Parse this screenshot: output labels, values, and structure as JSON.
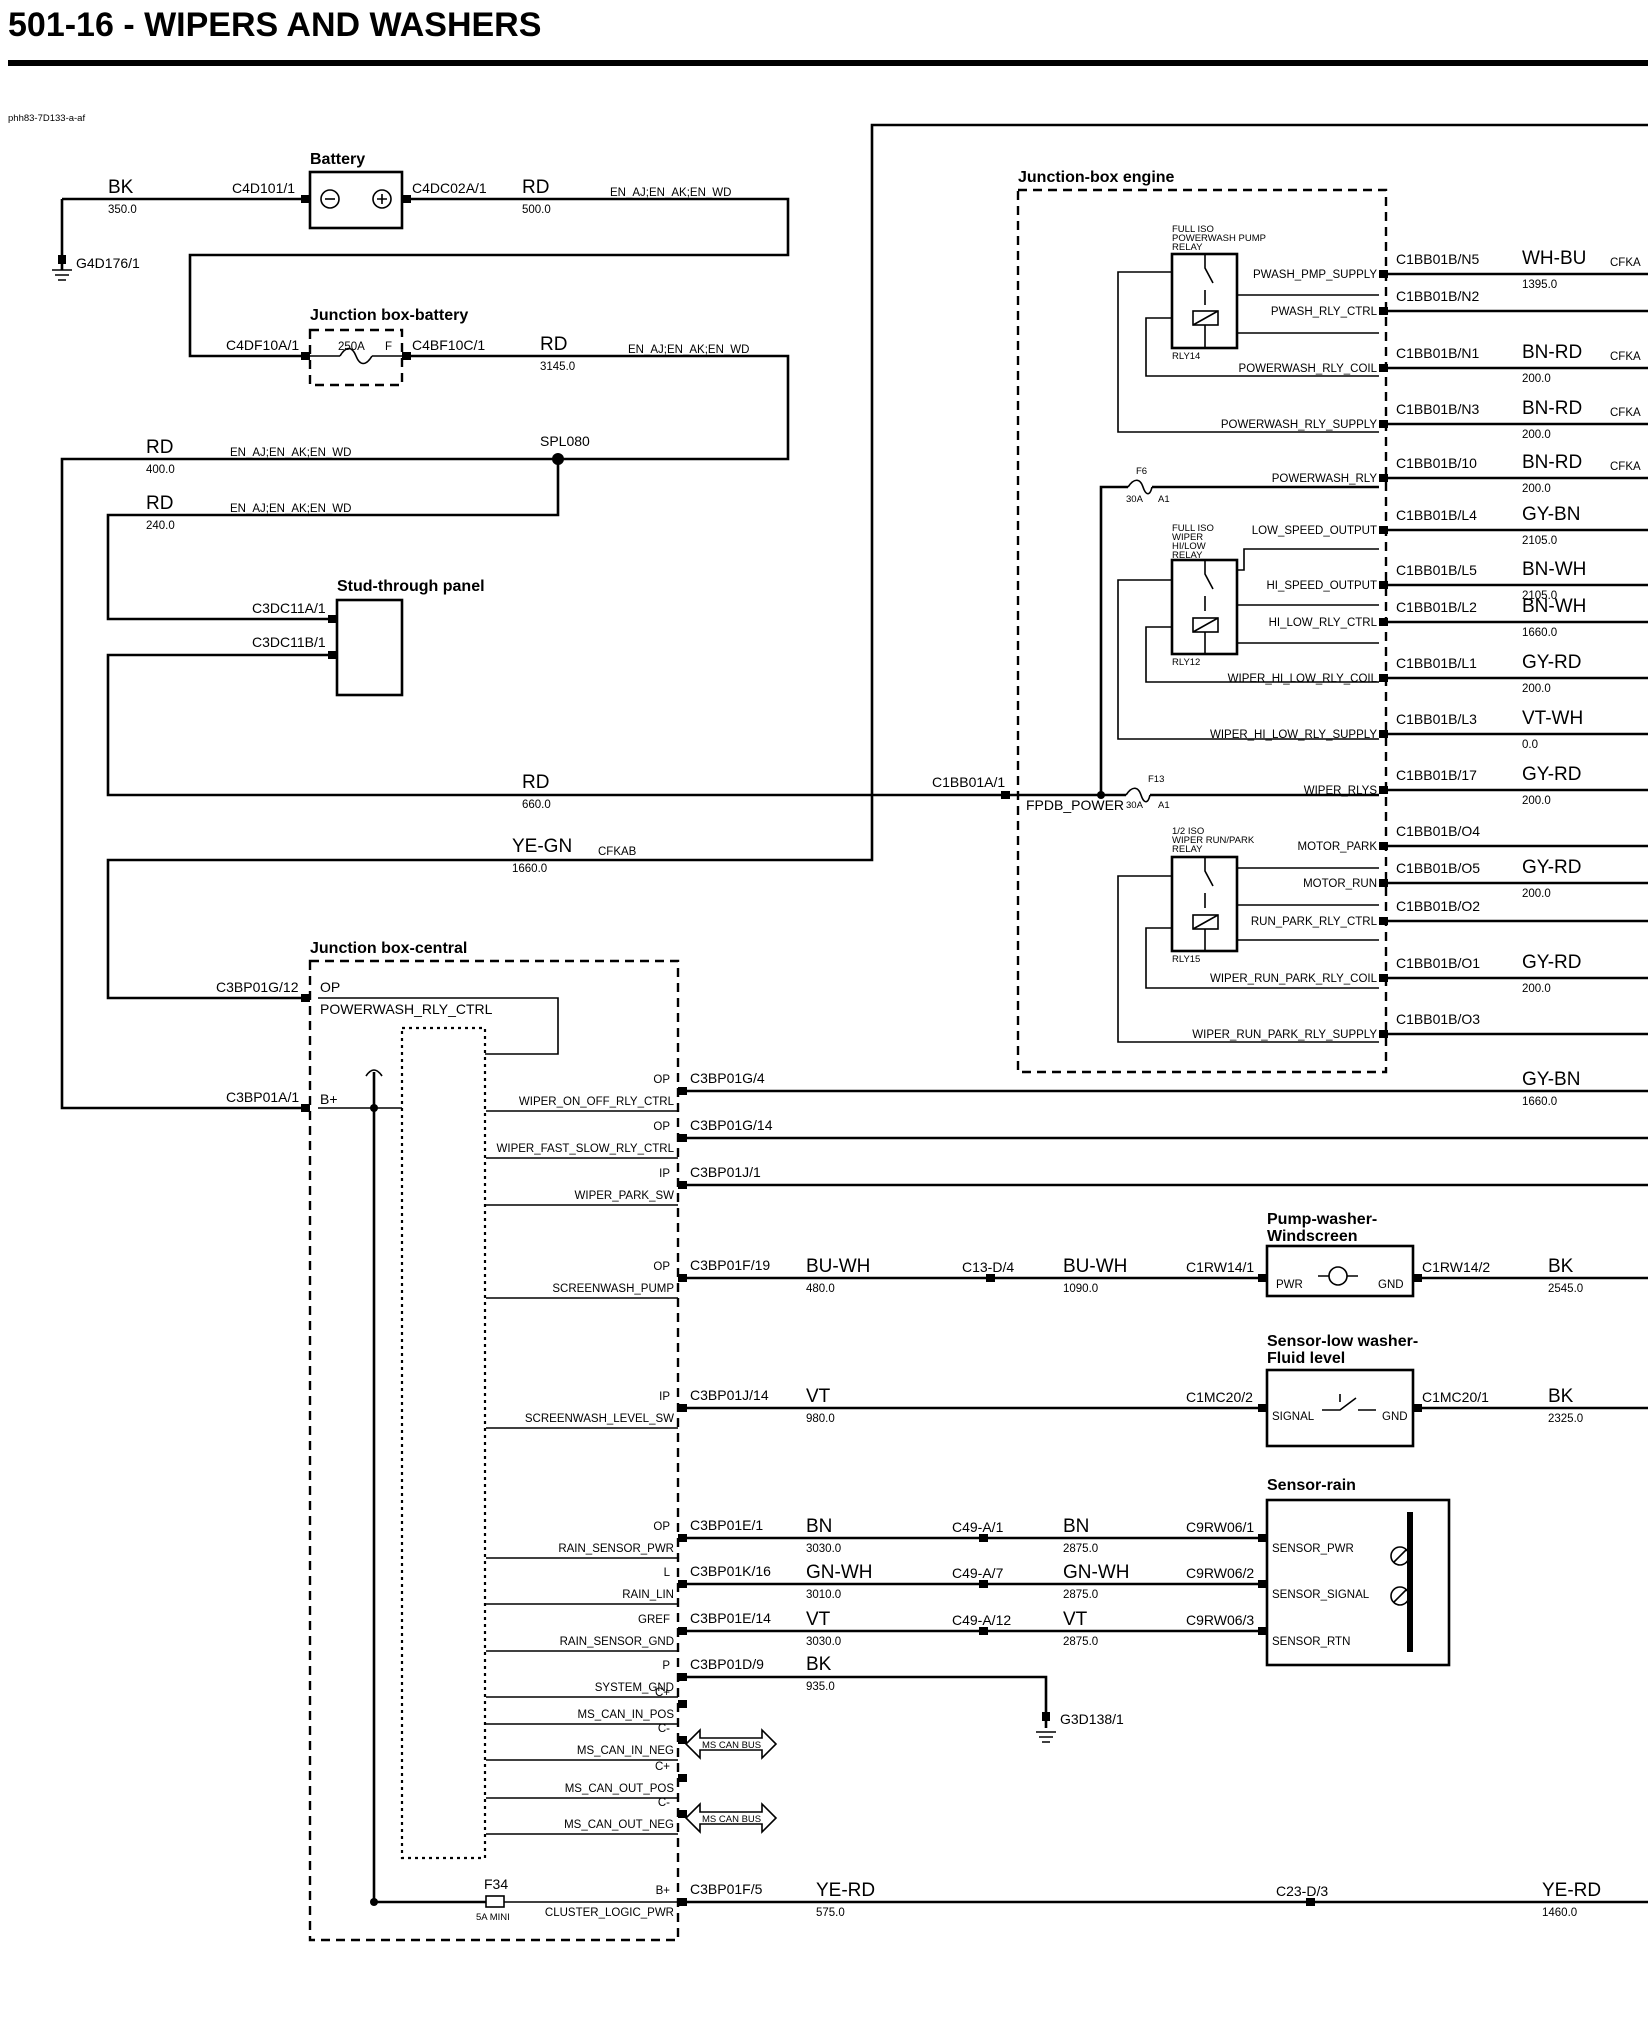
{
  "title": "501-16 - WIPERS AND WASHERS",
  "figure_id": "phh83-7D133-a-af",
  "components": {
    "battery": "Battery",
    "jbb": "Junction box-battery",
    "stud": "Stud-through panel",
    "jbe": "Junction-box engine",
    "jbc": "Junction box-central",
    "pump": [
      "Pump-washer-",
      "Windscreen"
    ],
    "lowfluid": [
      "Sensor-low washer-",
      "Fluid level"
    ],
    "rain": "Sensor-rain",
    "can_bus": "MS CAN BUS"
  },
  "relays": {
    "r14_name": [
      "FULL ISO",
      "POWERWASH PUMP",
      "RELAY"
    ],
    "r14_id": "RLY14",
    "r12_name": [
      "FULL ISO",
      "WIPER",
      "HI/LOW",
      "RELAY"
    ],
    "r12_id": "RLY12",
    "r15_name": [
      "1/2 ISO",
      "WIPER RUN/PARK",
      "RELAY"
    ],
    "r15_id": "RLY15"
  },
  "top_wiring": {
    "ground1": "G4D176/1",
    "bk": "BK",
    "bk_v": "350.0",
    "c4d101": "C4D101/1",
    "c4dc02": "C4DC02A/1",
    "rd1": "RD",
    "rd1_v": "500.0",
    "en1": "EN_AJ;EN_AK;EN_WD",
    "c4df10": "C4DF10A/1",
    "fuse250": "250A",
    "f": "F",
    "c4bf10": "C4BF10C/1",
    "rd2": "RD",
    "rd2_v": "3145.0",
    "en2": "EN_AJ;EN_AK;EN_WD",
    "spl": "SPL080",
    "rd3": "RD",
    "rd3_v": "400.0",
    "en3": "EN_AJ;EN_AK;EN_WD",
    "rd4": "RD",
    "rd4_v": "240.0",
    "en4": "EN_AJ;EN_AK;EN_WD",
    "c3dc11a": "C3DC11A/1",
    "c3dc11b": "C3DC11B/1",
    "rd5": "RD",
    "rd5_v": "660.0",
    "c1bb01a": "C1BB01A/1",
    "fpdb": "FPDB_POWER",
    "yegn": "YE-GN",
    "yegn_v": "1660.0",
    "cfkab": "CFKAB"
  },
  "jbe_fuses": {
    "f6": "F6",
    "f6_rating": "30A",
    "f6_pin": "A1",
    "f13": "F13",
    "f13_rating": "30A",
    "f13_pin": "A1"
  },
  "jbe_pins": [
    {
      "signal": "PWASH_PMP_SUPPLY",
      "conn": "C1BB01B/N5",
      "color": "WH-BU",
      "len": "1395.0",
      "dest": "CFKA"
    },
    {
      "signal": "PWASH_RLY_CTRL",
      "conn": "C1BB01B/N2",
      "color": "",
      "len": "",
      "dest": ""
    },
    {
      "signal": "POWERWASH_RLY_COIL",
      "conn": "C1BB01B/N1",
      "color": "BN-RD",
      "len": "200.0",
      "dest": "CFKA"
    },
    {
      "signal": "POWERWASH_RLY_SUPPLY",
      "conn": "C1BB01B/N3",
      "color": "BN-RD",
      "len": "200.0",
      "dest": "CFKA"
    },
    {
      "signal": "POWERWASH_RLY",
      "conn": "C1BB01B/10",
      "color": "BN-RD",
      "len": "200.0",
      "dest": "CFKA"
    },
    {
      "signal": "LOW_SPEED_OUTPUT",
      "conn": "C1BB01B/L4",
      "color": "GY-BN",
      "len": "2105.0",
      "dest": ""
    },
    {
      "signal": "HI_SPEED_OUTPUT",
      "conn": "C1BB01B/L5",
      "color": "BN-WH",
      "len": "2105.0",
      "dest": ""
    },
    {
      "signal": "HI_LOW_RLY_CTRL",
      "conn": "C1BB01B/L2",
      "color": "BN-WH",
      "len": "1660.0",
      "dest": ""
    },
    {
      "signal": "WIPER_HI_LOW_RLY_COIL",
      "conn": "C1BB01B/L1",
      "color": "GY-RD",
      "len": "200.0",
      "dest": ""
    },
    {
      "signal": "WIPER_HI_LOW_RLY_SUPPLY",
      "conn": "C1BB01B/L3",
      "color": "VT-WH",
      "len": "0.0",
      "dest": ""
    },
    {
      "signal": "WIPER_RLYS",
      "conn": "C1BB01B/17",
      "color": "GY-RD",
      "len": "200.0",
      "dest": ""
    },
    {
      "signal": "MOTOR_PARK",
      "conn": "C1BB01B/O4",
      "color": "",
      "len": "",
      "dest": ""
    },
    {
      "signal": "MOTOR_RUN",
      "conn": "C1BB01B/O5",
      "color": "GY-RD",
      "len": "200.0",
      "dest": ""
    },
    {
      "signal": "RUN_PARK_RLY_CTRL",
      "conn": "C1BB01B/O2",
      "color": "",
      "len": "",
      "dest": ""
    },
    {
      "signal": "WIPER_RUN_PARK_RLY_COIL",
      "conn": "C1BB01B/O1",
      "color": "GY-RD",
      "len": "200.0",
      "dest": ""
    },
    {
      "signal": "WIPER_RUN_PARK_RLY_SUPPLY",
      "conn": "C1BB01B/O3",
      "color": "",
      "len": "",
      "dest": ""
    }
  ],
  "jbc_top": {
    "conn1": "C3BP01G/12",
    "op": "OP",
    "sig1": "POWERWASH_RLY_CTRL",
    "conn2": "C3BP01A/1",
    "bplus": "B+"
  },
  "jbc_pins": [
    {
      "type": "OP",
      "conn": "C3BP01G/4",
      "signal": "WIPER_ON_OFF_RLY_CTRL"
    },
    {
      "type": "OP",
      "conn": "C3BP01G/14",
      "signal": "WIPER_FAST_SLOW_RLY_CTRL"
    },
    {
      "type": "IP",
      "conn": "C3BP01J/1",
      "signal": "WIPER_PARK_SW"
    },
    {
      "type": "OP",
      "conn": "C3BP01F/19",
      "signal": "SCREENWASH_PUMP"
    },
    {
      "type": "IP",
      "conn": "C3BP01J/14",
      "signal": "SCREENWASH_LEVEL_SW"
    },
    {
      "type": "OP",
      "conn": "C3BP01E/1",
      "signal": "RAIN_SENSOR_PWR"
    },
    {
      "type": "L",
      "conn": "C3BP01K/16",
      "signal": "RAIN_LIN"
    },
    {
      "type": "GREF",
      "conn": "C3BP01E/14",
      "signal": "RAIN_SENSOR_GND"
    },
    {
      "type": "P",
      "conn": "C3BP01D/9",
      "signal": "SYSTEM_GND"
    },
    {
      "type": "C+",
      "conn": "",
      "signal": "MS_CAN_IN_POS"
    },
    {
      "type": "C-",
      "conn": "",
      "signal": "MS_CAN_IN_NEG"
    },
    {
      "type": "C+",
      "conn": "",
      "signal": "MS_CAN_OUT_POS"
    },
    {
      "type": "C-",
      "conn": "",
      "signal": "MS_CAN_OUT_NEG"
    },
    {
      "type": "B+",
      "conn": "C3BP01F/5",
      "signal": "CLUSTER_LOGIC_PWR"
    }
  ],
  "jbc_fuse": {
    "name": "F34",
    "rating": "5A MINI"
  },
  "lines": {
    "gybn": "GY-BN",
    "gybn_v": "1660.0",
    "p_c1": "BU-WH",
    "p_c1v": "480.0",
    "p_inline": "C13-D/4",
    "p_c2": "BU-WH",
    "p_c2v": "1090.0",
    "p_conn": "C1RW14/1",
    "p_pwr": "PWR",
    "p_gnd": "GND",
    "p_conn2": "C1RW14/2",
    "p_bk": "BK",
    "p_bkv": "2545.0",
    "l_c": "VT",
    "l_cv": "980.0",
    "l_conn": "C1MC20/2",
    "l_sig": "SIGNAL",
    "l_gnd": "GND",
    "l_conn2": "C1MC20/1",
    "l_bk": "BK",
    "l_bkv": "2325.0",
    "r1_c": "BN",
    "r1_v": "3030.0",
    "r1_i": "C49-A/1",
    "r1_c2": "BN",
    "r1_v2": "2875.0",
    "r1_conn": "C9RW06/1",
    "r1_sig": "SENSOR_PWR",
    "r2_c": "GN-WH",
    "r2_v": "3010.0",
    "r2_i": "C49-A/7",
    "r2_c2": "GN-WH",
    "r2_v2": "2875.0",
    "r2_conn": "C9RW06/2",
    "r2_sig": "SENSOR_SIGNAL",
    "r3_c": "VT",
    "r3_v": "3030.0",
    "r3_i": "C49-A/12",
    "r3_c2": "VT",
    "r3_v2": "2875.0",
    "r3_conn": "C9RW06/3",
    "r3_sig": "SENSOR_RTN",
    "g_c": "BK",
    "g_v": "935.0",
    "g_gnd": "G3D138/1",
    "y_c": "YE-RD",
    "y_v": "575.0",
    "y_i": "C23-D/3",
    "y_c2": "YE-RD",
    "y_v2": "1460.0"
  }
}
